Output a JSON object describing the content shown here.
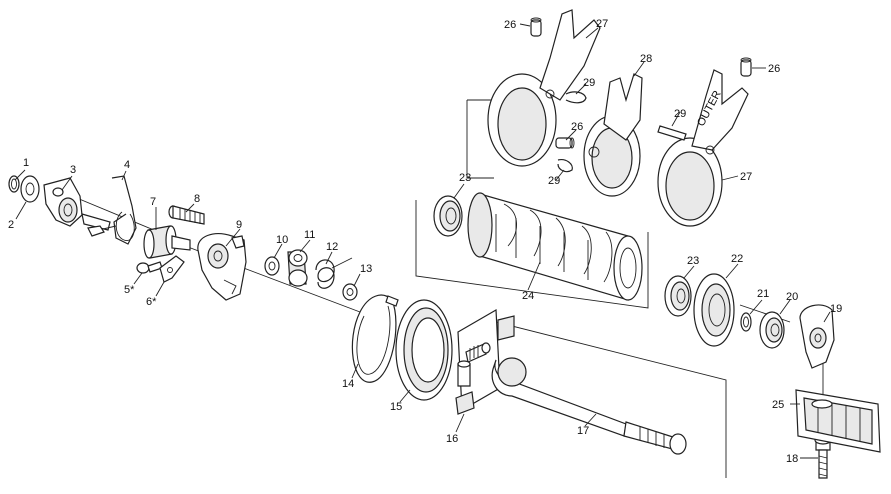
{
  "callouts": [
    {
      "id": "1",
      "text": "1"
    },
    {
      "id": "2",
      "text": "2"
    },
    {
      "id": "3",
      "text": "3"
    },
    {
      "id": "4",
      "text": "4"
    },
    {
      "id": "5",
      "text": "5*"
    },
    {
      "id": "6",
      "text": "6*"
    },
    {
      "id": "7",
      "text": "7"
    },
    {
      "id": "8",
      "text": "8"
    },
    {
      "id": "9",
      "text": "9"
    },
    {
      "id": "10",
      "text": "10"
    },
    {
      "id": "11",
      "text": "11"
    },
    {
      "id": "12",
      "text": "12"
    },
    {
      "id": "13",
      "text": "13"
    },
    {
      "id": "14",
      "text": "14"
    },
    {
      "id": "15",
      "text": "15"
    },
    {
      "id": "16",
      "text": "16"
    },
    {
      "id": "17",
      "text": "17"
    },
    {
      "id": "18",
      "text": "18"
    },
    {
      "id": "19",
      "text": "19"
    },
    {
      "id": "20",
      "text": "20"
    },
    {
      "id": "21",
      "text": "21"
    },
    {
      "id": "22",
      "text": "22"
    },
    {
      "id": "23a",
      "text": "23"
    },
    {
      "id": "23b",
      "text": "23"
    },
    {
      "id": "24",
      "text": "24"
    },
    {
      "id": "25",
      "text": "25"
    },
    {
      "id": "26a",
      "text": "26"
    },
    {
      "id": "26b",
      "text": "26"
    },
    {
      "id": "26c",
      "text": "26"
    },
    {
      "id": "27a",
      "text": "27"
    },
    {
      "id": "27b",
      "text": "27"
    },
    {
      "id": "28",
      "text": "28"
    },
    {
      "id": "29a",
      "text": "29"
    },
    {
      "id": "29b",
      "text": "29"
    },
    {
      "id": "29c",
      "text": "29"
    }
  ],
  "fork_stamp": "OUTER"
}
